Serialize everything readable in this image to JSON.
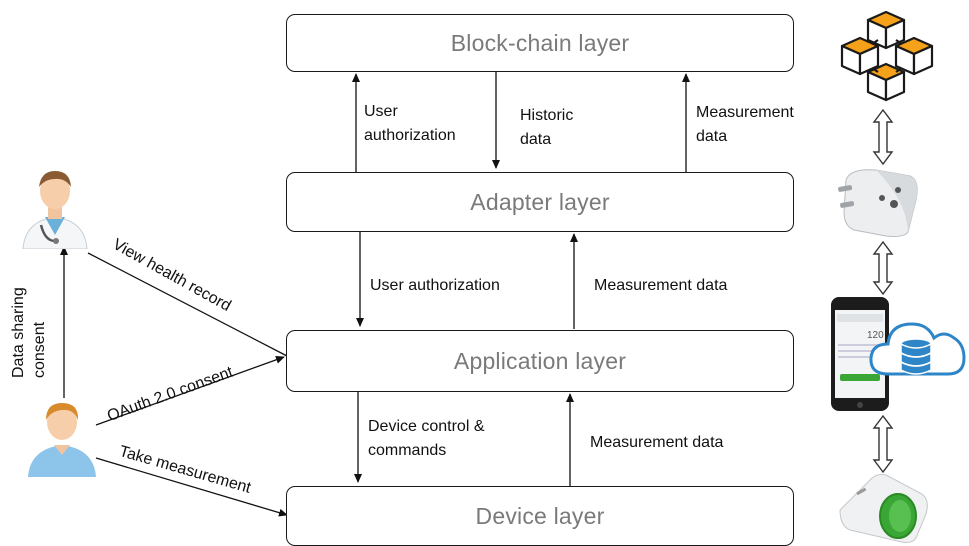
{
  "layers": {
    "blockchain": "Block-chain layer",
    "adapter": "Adapter layer",
    "application": "Application layer",
    "device": "Device layer"
  },
  "arrows": {
    "bc_adapter": {
      "user_authorization": "User\nauthorization",
      "historic_data": "Historic\ndata",
      "measurement_data": "Measurement\ndata"
    },
    "adapter_app": {
      "user_authorization": "User authorization",
      "measurement_data": "Measurement data"
    },
    "app_device": {
      "device_control": "Device control &\ncommands",
      "measurement_data": "Measurement data"
    }
  },
  "actors": {
    "data_sharing_consent": "Data sharing\nconsent",
    "view_health_record": "View health record",
    "oauth_consent": "OAuth 2.0 consent",
    "take_measurement": "Take measurement"
  },
  "icons": {
    "doctor": "doctor-icon",
    "patient": "patient-icon",
    "blockchain": "blockchain-cubes-icon",
    "adapter": "power-adapter-icon",
    "smartphone": "smartphone-icon",
    "cloud_database": "cloud-database-icon",
    "blood_pressure_cuff": "blood-pressure-cuff-icon",
    "connector": "double-arrow-icon"
  },
  "colors": {
    "layer_text": "#7a7a7a",
    "cloud_blue": "#2e86c8",
    "cuff_green": "#3aa635",
    "block_orange": "#f5a21a"
  }
}
